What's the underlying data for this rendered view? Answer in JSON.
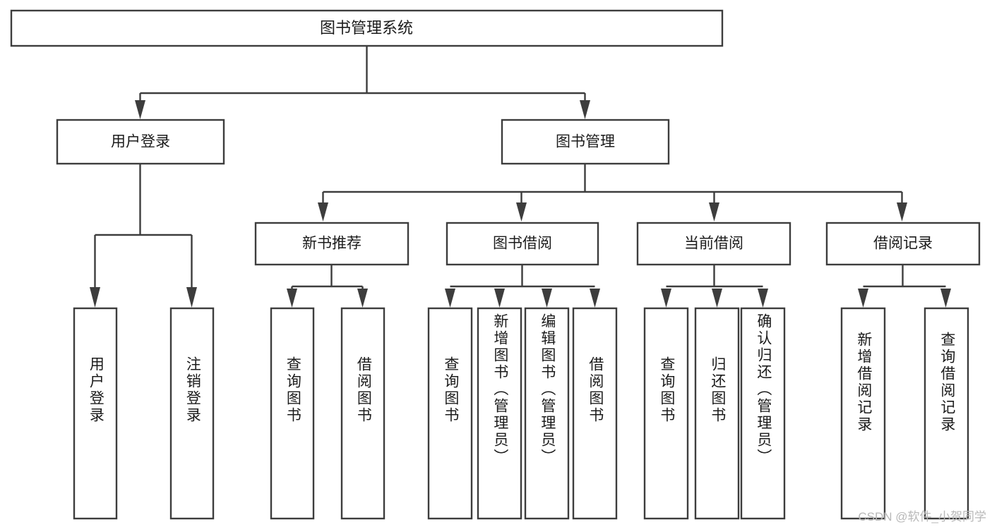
{
  "diagram": {
    "title": "图书管理系统",
    "type": "tree",
    "orientation": "top-down",
    "colors": {
      "box_stroke": "#3d3d3d",
      "box_fill": "#ffffff",
      "connector": "#3d3d3d",
      "text": "#1b1b1b",
      "watermark": "#b8b8b8"
    },
    "root": {
      "label": "图书管理系统"
    },
    "level2": [
      {
        "label": "用户登录"
      },
      {
        "label": "图书管理"
      }
    ],
    "level3": [
      {
        "label": "新书推荐"
      },
      {
        "label": "图书借阅"
      },
      {
        "label": "当前借阅"
      },
      {
        "label": "借阅记录"
      }
    ],
    "leaves": {
      "user_login": [
        {
          "label": "用户登录"
        },
        {
          "label": "注销登录"
        }
      ],
      "new_book_recommend": [
        {
          "label": "查询图书"
        },
        {
          "label": "借阅图书"
        }
      ],
      "book_borrow": [
        {
          "label": "查询图书"
        },
        {
          "label": "新增图书（管理员）"
        },
        {
          "label": "编辑图书（管理员）"
        },
        {
          "label": "借阅图书"
        }
      ],
      "current_borrow": [
        {
          "label": "查询图书"
        },
        {
          "label": "归还图书"
        },
        {
          "label": "确认归还（管理员）"
        }
      ],
      "borrow_record": [
        {
          "label": "新增借阅记录"
        },
        {
          "label": "查询借阅记录"
        }
      ]
    }
  },
  "watermark": {
    "text": "CSDN @软件_小贺同学"
  }
}
